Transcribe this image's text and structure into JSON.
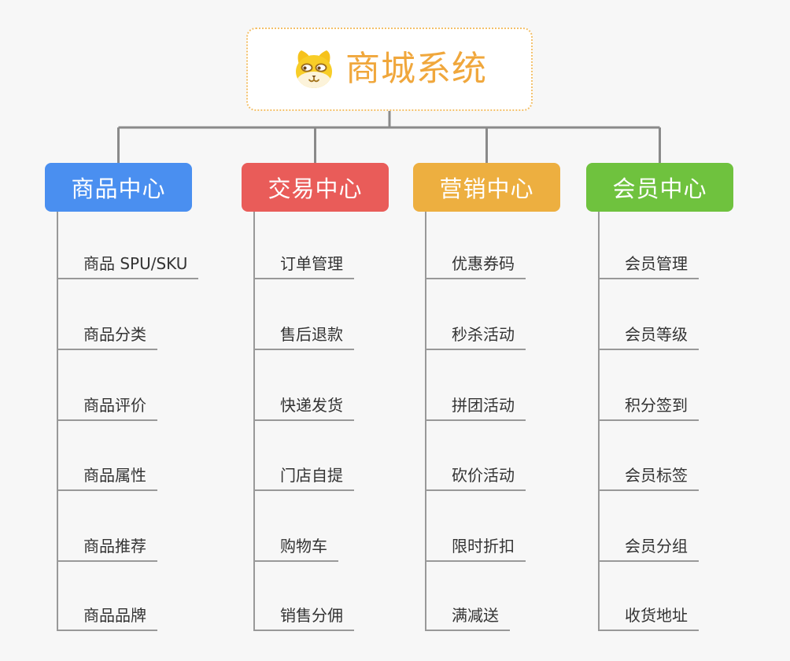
{
  "root": {
    "title": "商城系统",
    "icon": "dog-face-icon",
    "accent_color": "#f0a73c",
    "border_color": "#f3c06a"
  },
  "connector_color": "#8a8a8a",
  "leaf_line_color": "#999999",
  "branches": [
    {
      "label": "商品中心",
      "color": "#4a8ff0",
      "children": [
        "商品 SPU/SKU",
        "商品分类",
        "商品评价",
        "商品属性",
        "商品推荐",
        "商品品牌"
      ]
    },
    {
      "label": "交易中心",
      "color": "#e95c59",
      "children": [
        "订单管理",
        "售后退款",
        "快递发货",
        "门店自提",
        "购物车",
        "销售分佣"
      ]
    },
    {
      "label": "营销中心",
      "color": "#edaf40",
      "children": [
        "优惠券码",
        "秒杀活动",
        "拼团活动",
        "砍价活动",
        "限时折扣",
        "满减送"
      ]
    },
    {
      "label": "会员中心",
      "color": "#6fc23e",
      "children": [
        "会员管理",
        "会员等级",
        "积分签到",
        "会员标签",
        "会员分组",
        "收货地址"
      ]
    }
  ]
}
